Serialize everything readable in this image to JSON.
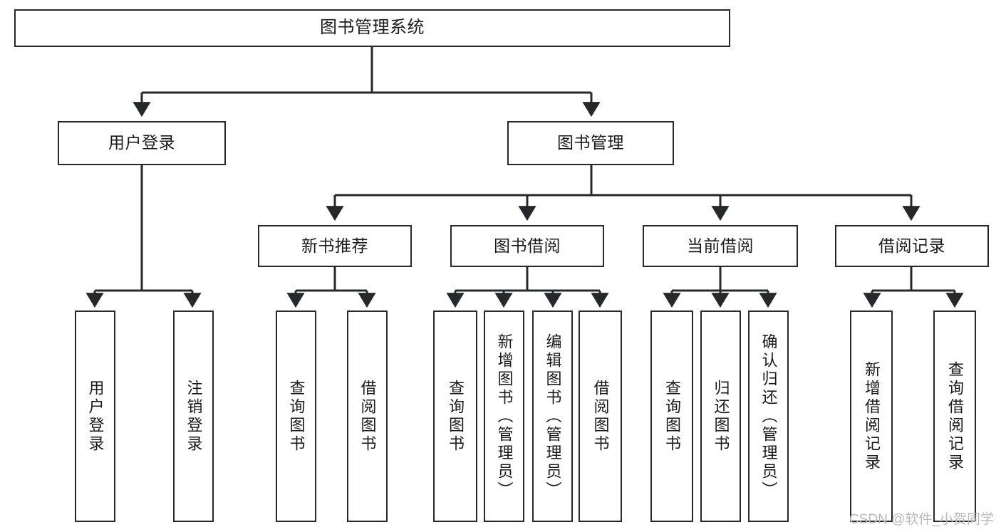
{
  "diagram": {
    "title": "图书管理系统",
    "type": "tree-hierarchy",
    "watermark": "CSDN @软件_小贺同学",
    "colors": {
      "border": "#26292b",
      "background": "#ffffff",
      "text": "#1a1a1a",
      "watermark": "#b9b9b9"
    },
    "nodes": {
      "root": {
        "label": "图书管理系统",
        "orientation": "horizontal"
      },
      "level2": [
        {
          "id": "user-login",
          "label": "用户登录",
          "orientation": "horizontal"
        },
        {
          "id": "book-manage",
          "label": "图书管理",
          "orientation": "horizontal"
        }
      ],
      "level3": [
        {
          "id": "new-book-recommend",
          "label": "新书推荐",
          "orientation": "horizontal"
        },
        {
          "id": "book-borrow",
          "label": "图书借阅",
          "orientation": "horizontal"
        },
        {
          "id": "current-borrow",
          "label": "当前借阅",
          "orientation": "horizontal"
        },
        {
          "id": "borrow-record",
          "label": "借阅记录",
          "orientation": "horizontal"
        }
      ],
      "leaves": [
        {
          "id": "leaf-user-login",
          "label": "用户登录",
          "parent": "user-login",
          "orientation": "vertical"
        },
        {
          "id": "leaf-logout-login",
          "label": "注销登录",
          "parent": "user-login",
          "orientation": "vertical"
        },
        {
          "id": "leaf-query-book-1",
          "label": "查询图书",
          "parent": "new-book-recommend",
          "orientation": "vertical"
        },
        {
          "id": "leaf-borrow-book-1",
          "label": "借阅图书",
          "parent": "new-book-recommend",
          "orientation": "vertical"
        },
        {
          "id": "leaf-query-book-2",
          "label": "查询图书",
          "parent": "book-borrow",
          "orientation": "vertical"
        },
        {
          "id": "leaf-add-book",
          "label": "新增图书（管理员）",
          "parent": "book-borrow",
          "orientation": "vertical"
        },
        {
          "id": "leaf-edit-book",
          "label": "编辑图书（管理员）",
          "parent": "book-borrow",
          "orientation": "vertical"
        },
        {
          "id": "leaf-borrow-book-2",
          "label": "借阅图书",
          "parent": "book-borrow",
          "orientation": "vertical"
        },
        {
          "id": "leaf-query-book-3",
          "label": "查询图书",
          "parent": "current-borrow",
          "orientation": "vertical"
        },
        {
          "id": "leaf-return-book",
          "label": "归还图书",
          "parent": "current-borrow",
          "orientation": "vertical"
        },
        {
          "id": "leaf-confirm-return",
          "label": "确认归还（管理员）",
          "parent": "current-borrow",
          "orientation": "vertical"
        },
        {
          "id": "leaf-add-record",
          "label": "新增借阅记录",
          "parent": "borrow-record",
          "orientation": "vertical"
        },
        {
          "id": "leaf-query-record",
          "label": "查询借阅记录",
          "parent": "borrow-record",
          "orientation": "vertical"
        }
      ]
    }
  }
}
